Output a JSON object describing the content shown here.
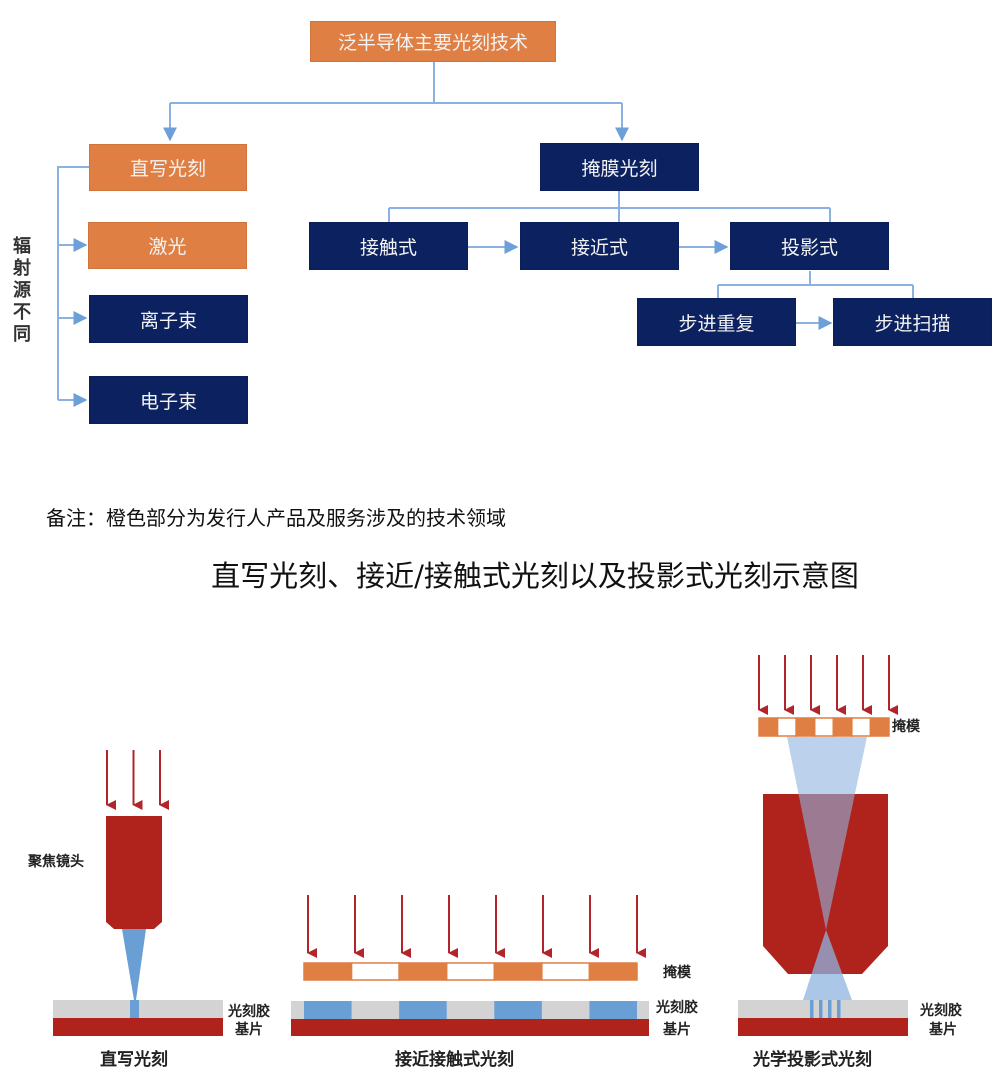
{
  "flowchart": {
    "root": {
      "label": "泛半导体主要光刻技术",
      "style": "orange"
    },
    "side_label": "辐射源不同",
    "direct_write": {
      "label": "直写光刻",
      "style": "orange",
      "sources": [
        {
          "label": "激光",
          "style": "orange"
        },
        {
          "label": "离子束",
          "style": "navy"
        },
        {
          "label": "电子束",
          "style": "navy"
        }
      ]
    },
    "mask": {
      "label": "掩膜光刻",
      "style": "navy",
      "methods": [
        {
          "label": "接触式",
          "style": "navy"
        },
        {
          "label": "接近式",
          "style": "navy"
        },
        {
          "label": "投影式",
          "style": "navy"
        }
      ],
      "projection_types": [
        {
          "label": "步进重复",
          "style": "navy"
        },
        {
          "label": "步进扫描",
          "style": "navy"
        }
      ]
    }
  },
  "note": "备注：橙色部分为发行人产品及服务涉及的技术领域",
  "schematic_title": "直写光刻、接近/接触式光刻以及投影式光刻示意图",
  "schematics": {
    "direct": {
      "caption": "直写光刻",
      "lens_label": "聚焦镜头",
      "resist_label": "光刻胶",
      "substrate_label": "基片",
      "arrow_count": 3
    },
    "contact": {
      "caption": "接近接触式光刻",
      "mask_label": "掩模",
      "resist_label": "光刻胶",
      "substrate_label": "基片",
      "arrow_count": 8,
      "mask_pattern": [
        1,
        0,
        1,
        0,
        1,
        0,
        1
      ],
      "resist_pattern": [
        1,
        0,
        1,
        0,
        1,
        0,
        1
      ]
    },
    "projection": {
      "caption": "光学投影式光刻",
      "mask_label": "掩模",
      "resist_label": "光刻胶",
      "substrate_label": "基片",
      "arrow_count": 6,
      "mask_pattern": [
        1,
        0,
        1,
        0,
        1,
        0,
        1
      ],
      "exposed_lines": 4
    }
  },
  "colors": {
    "orange": "#e07f43",
    "navy": "#0c2160",
    "connector": "#6d9fd8",
    "arrow_red": "#b2252b",
    "lens_red": "#b0231c",
    "resist_gray": "#d3d3d3",
    "exposed_blue": "#6a9fd6",
    "beam_blue": "#8fb4e0"
  }
}
